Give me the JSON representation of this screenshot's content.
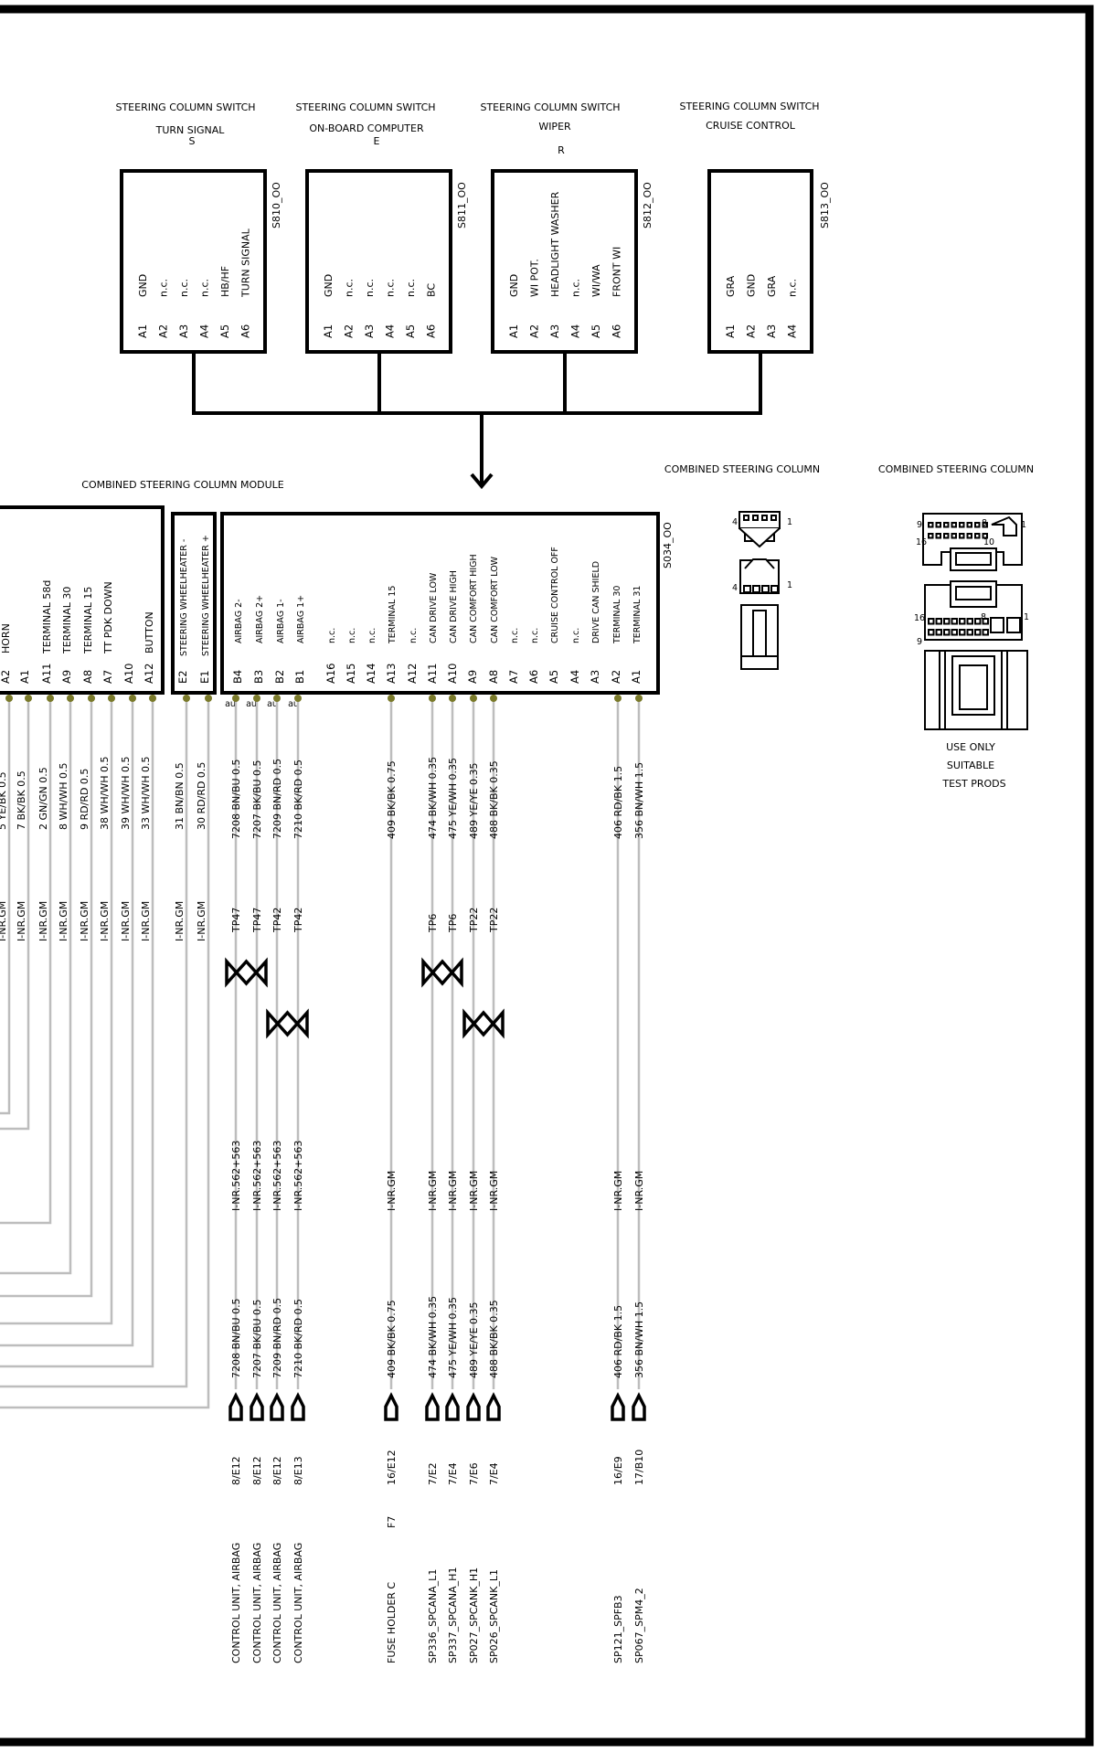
{
  "switches": [
    {
      "title": "STEERING COLUMN SWITCH",
      "subtitle": "TURN SIGNAL",
      "code": "S",
      "id": "S810_OO",
      "pins": [
        {
          "pin": "A1",
          "func": "GND"
        },
        {
          "pin": "A2",
          "func": "n.c."
        },
        {
          "pin": "A3",
          "func": "n.c."
        },
        {
          "pin": "A4",
          "func": "n.c."
        },
        {
          "pin": "A5",
          "func": "HB/HF"
        },
        {
          "pin": "A6",
          "func": "TURN SIGNAL"
        }
      ]
    },
    {
      "title": "STEERING COLUMN SWITCH",
      "subtitle": "ON-BOARD COMPUTER",
      "code": "E",
      "id": "S811_OO",
      "pins": [
        {
          "pin": "A1",
          "func": "GND"
        },
        {
          "pin": "A2",
          "func": "n.c."
        },
        {
          "pin": "A3",
          "func": "n.c."
        },
        {
          "pin": "A4",
          "func": "n.c."
        },
        {
          "pin": "A5",
          "func": "n.c."
        },
        {
          "pin": "A6",
          "func": "BC"
        }
      ]
    },
    {
      "title": "STEERING COLUMN SWITCH",
      "subtitle": "WIPER",
      "code": "R",
      "id": "S812_OO",
      "pins": [
        {
          "pin": "A1",
          "func": "GND"
        },
        {
          "pin": "A2",
          "func": "WI POT."
        },
        {
          "pin": "A3",
          "func": "HEADLIGHT WASHER"
        },
        {
          "pin": "A4",
          "func": "n.c."
        },
        {
          "pin": "A5",
          "func": "WI/WA"
        },
        {
          "pin": "A6",
          "func": "FRONT WI"
        }
      ]
    },
    {
      "title": "STEERING COLUMN SWITCH",
      "subtitle": "CRUISE CONTROL",
      "code": "",
      "id": "S813_OO",
      "pins": [
        {
          "pin": "A1",
          "func": "GRA"
        },
        {
          "pin": "A2",
          "func": "GND"
        },
        {
          "pin": "A3",
          "func": "GRA"
        },
        {
          "pin": "A4",
          "func": "n.c."
        }
      ]
    }
  ],
  "module": {
    "title": "COMBINED STEERING COLUMN MODULE",
    "id": "S034_OO",
    "left_pins": [
      {
        "pin": "A2",
        "func": "HORN",
        "wire1": "5 YE/BK 0.5",
        "tp": "I-NR.GM"
      },
      {
        "pin": "A1",
        "func": "",
        "wire1": "7 BK/BK 0.5",
        "tp": "I-NR.GM"
      },
      {
        "pin": "A11",
        "func": "TERMINAL 58d",
        "wire1": "2 GN/GN 0.5",
        "tp": "I-NR.GM"
      },
      {
        "pin": "A9",
        "func": "TERMINAL 30",
        "wire1": "8 WH/WH 0.5",
        "tp": "I-NR.GM"
      },
      {
        "pin": "A8",
        "func": "TERMINAL 15",
        "wire1": "9 RD/RD 0.5",
        "tp": "I-NR.GM"
      },
      {
        "pin": "A7",
        "func": "TT PDK DOWN",
        "wire1": "38 WH/WH 0.5",
        "tp": "I-NR.GM"
      },
      {
        "pin": "A10",
        "func": "",
        "wire1": "39 WH/WH 0.5",
        "tp": "I-NR.GM"
      },
      {
        "pin": "A12",
        "func": "BUTTON",
        "wire1": "33 WH/WH 0.5",
        "tp": "I-NR.GM"
      }
    ],
    "heater_pins": [
      {
        "pin": "E2",
        "func": "STEERING WHEELHEATER -",
        "wire1": "31 BN/BN 0.5",
        "tp": "I-NR.GM"
      },
      {
        "pin": "E1",
        "func": "STEERING WHEELHEATER +",
        "wire1": "30 RD/RD 0.5",
        "tp": "I-NR.GM"
      }
    ],
    "right_pins": [
      {
        "pin": "B4",
        "func": "AIRBAG 2-"
      },
      {
        "pin": "B3",
        "func": "AIRBAG 2+"
      },
      {
        "pin": "B2",
        "func": "AIRBAG 1-"
      },
      {
        "pin": "B1",
        "func": "AIRBAG 1+"
      },
      {
        "pin": "A16",
        "func": "n.c."
      },
      {
        "pin": "A15",
        "func": "n.c."
      },
      {
        "pin": "A14",
        "func": "n.c."
      },
      {
        "pin": "A13",
        "func": "TERMINAL 15"
      },
      {
        "pin": "A12",
        "func": "n.c."
      },
      {
        "pin": "A11",
        "func": "CAN DRIVE LOW"
      },
      {
        "pin": "A10",
        "func": "CAN DRIVE HIGH"
      },
      {
        "pin": "A9",
        "func": "CAN COMFORT HIGH"
      },
      {
        "pin": "A8",
        "func": "CAN COMFORT LOW"
      },
      {
        "pin": "A7",
        "func": "n.c."
      },
      {
        "pin": "A6",
        "func": "n.c."
      },
      {
        "pin": "A5",
        "func": "CRUISE CONTROL OFF"
      },
      {
        "pin": "A4",
        "func": "n.c."
      },
      {
        "pin": "A3",
        "func": "DRIVE CAN  SHIELD"
      },
      {
        "pin": "A2",
        "func": "TERMINAL 30"
      },
      {
        "pin": "A1",
        "func": "TERMINAL 31"
      }
    ],
    "au": [
      "au",
      "au",
      "au",
      "au"
    ]
  },
  "wires": [
    {
      "wire1": "7208 BN/BU 0.5",
      "tp": "TP47",
      "tp2": "I-NR.562+563",
      "wire2": "7208 BN/BU 0.5",
      "ref": "8/E12",
      "dest": "CONTROL UNIT, AIRBAG"
    },
    {
      "wire1": "7207 BK/BU 0.5",
      "tp": "TP47",
      "tp2": "I-NR.562+563",
      "wire2": "7207 BK/BU 0.5",
      "ref": "8/E12",
      "dest": "CONTROL UNIT, AIRBAG"
    },
    {
      "wire1": "7209 BN/RD 0.5",
      "tp": "TP42",
      "tp2": "I-NR.562+563",
      "wire2": "7209 BN/RD 0.5",
      "ref": "8/E12",
      "dest": "CONTROL UNIT, AIRBAG"
    },
    {
      "wire1": "7210 BK/RD 0.5",
      "tp": "TP42",
      "tp2": "I-NR.562+563",
      "wire2": "7210 BK/RD 0.5",
      "ref": "8/E13",
      "dest": "CONTROL UNIT, AIRBAG"
    },
    {
      "wire1": "409 BK/BK 0.75",
      "tp": "",
      "tp2": "I-NR.GM",
      "wire2": "409 BK/BK 0.75",
      "ref": "16/E12",
      "ref2": "F7",
      "dest": "FUSE HOLDER C"
    },
    {
      "wire1": "474 BK/WH 0.35",
      "tp": "TP6",
      "tp2": "I-NR.GM",
      "wire2": "474 BK/WH 0.35",
      "ref": "7/E2",
      "dest": "SP336_SPCANA_L1"
    },
    {
      "wire1": "475 YE/WH 0.35",
      "tp": "TP6",
      "tp2": "I-NR.GM",
      "wire2": "475 YE/WH 0.35",
      "ref": "7/E4",
      "dest": "SP337_SPCANA_H1"
    },
    {
      "wire1": "489 YE/YE 0.35",
      "tp": "TP22",
      "tp2": "I-NR.GM",
      "wire2": "489 YE/YE 0.35",
      "ref": "7/E6",
      "dest": "SP027_SPCANK_H1"
    },
    {
      "wire1": "488 BK/BK 0.35",
      "tp": "TP22",
      "tp2": "I-NR.GM",
      "wire2": "488 BK/BK 0.35",
      "ref": "7/E4",
      "dest": "SP026_SPCANK_L1"
    },
    {
      "wire1": "406 RD/BK 1.5",
      "tp": "",
      "tp2": "I-NR.GM",
      "wire2": "406 RD/BK 1.5",
      "ref": "16/E9",
      "dest": "SP121_SPFB3"
    },
    {
      "wire1": "356 BN/WH 1.5",
      "tp": "",
      "tp2": "I-NR.GM",
      "wire2": "356 BN/WH 1.5",
      "ref": "17/B10",
      "dest": "SP067_SPM4_2"
    }
  ],
  "connector_views": {
    "left_title": "COMBINED STEERING COLUMN",
    "right_title": "COMBINED STEERING COLUMN",
    "left_nums": [
      "4",
      "1",
      "4",
      "1"
    ],
    "right_nums": [
      "9",
      "1",
      "16",
      "8",
      "10",
      "16",
      "8",
      "9",
      "1"
    ],
    "note": [
      "USE ONLY",
      "SUITABLE",
      "TEST PRODS"
    ]
  }
}
